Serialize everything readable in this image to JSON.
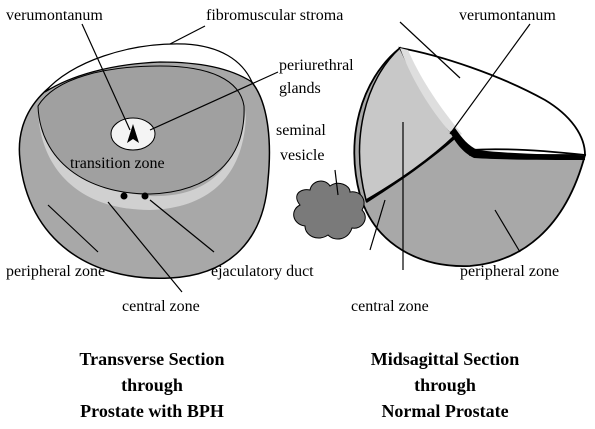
{
  "labels": {
    "verumontanum_left": "verumontanum",
    "fibromuscular_stroma": "fibromuscular stroma",
    "verumontanum_right": "verumontanum",
    "periurethral_line1": "periurethral",
    "periurethral_line2": "glands",
    "seminal_line1": "seminal",
    "seminal_line2": "vesicle",
    "transition_zone": "transition zone",
    "peripheral_zone_left": "peripheral zone",
    "ejaculatory_duct": "ejaculatory duct",
    "peripheral_zone_right": "peripheral zone",
    "central_zone_left": "central zone",
    "central_zone_right": "central zone"
  },
  "captions": {
    "left": [
      "Transverse Section",
      "through",
      "Prostate with BPH"
    ],
    "right": [
      "Midsagittal Section",
      "through",
      "Normal Prostate"
    ]
  },
  "colors": {
    "peripheral": "#a8a8a8",
    "transition": "#a0a0a0",
    "central": "#c8c8c8",
    "central_band": "#d0d0d0",
    "seminal": "#7a7a7a",
    "stroma": "#ffffff"
  }
}
